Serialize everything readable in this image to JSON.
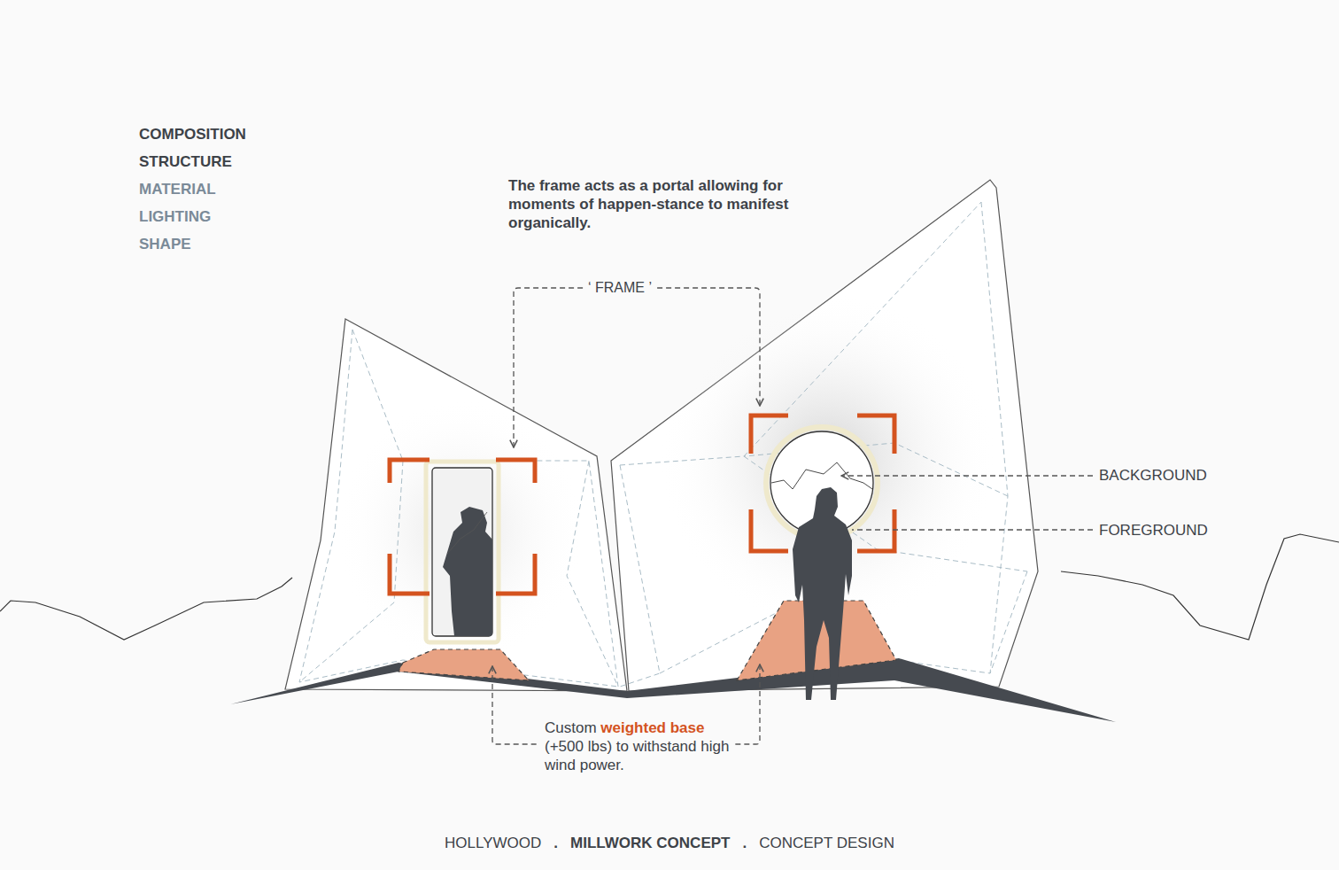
{
  "diagram": {
    "labels": [
      "COMPOSITION",
      "STRUCTURE",
      "MATERIAL",
      "LIGHTING",
      "SHAPE",
      "The frame acts as a portal allowing for moments of happen-stance to manifest organically.",
      "‘ FRAME ’",
      "BACKGROUND",
      "FOREGROUND",
      "Custom",
      "weighted base",
      "(+500 lbs) to withstand high wind power.",
      "HOLLYWOOD",
      ".",
      "MILLWORK CONCEPT",
      ".",
      "CONCEPT DESIGN"
    ]
  }
}
